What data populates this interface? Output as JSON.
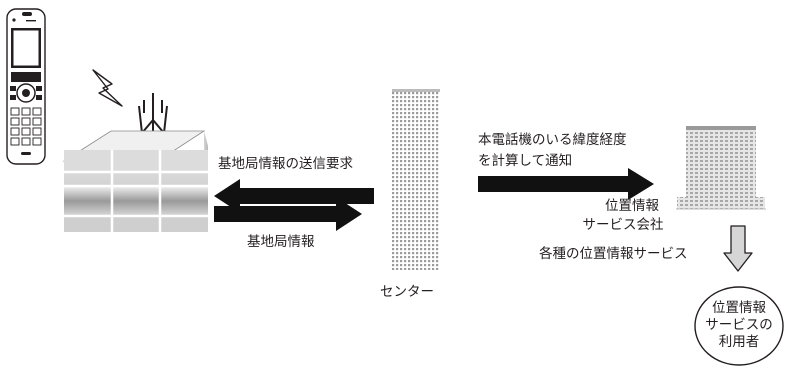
{
  "labels": {
    "request": "基地局情報の送信要求",
    "base_info": "基地局情報",
    "center": "センター",
    "calc_line1": "本電話機のいる緯度経度",
    "calc_line2": "を計算して通知",
    "company_line1": "位置情報",
    "company_line2": "サービス会社",
    "services": "各種の位置情報サービス",
    "user_line1": "位置情報",
    "user_line2": "サービスの",
    "user_line3": "利用者"
  },
  "icons": {
    "phone": "mobile-phone-icon",
    "signal": "lightning-signal-icon",
    "antenna": "antenna-icon",
    "base_station": "base-station-building-icon",
    "center_building": "center-tower-icon",
    "company_building": "company-building-icon",
    "user": "user-circle-icon"
  },
  "colors": {
    "line": "#231f20",
    "arrow": "#111111",
    "building_light": "#cfcfcf",
    "building_mid": "#a9a9a9"
  }
}
